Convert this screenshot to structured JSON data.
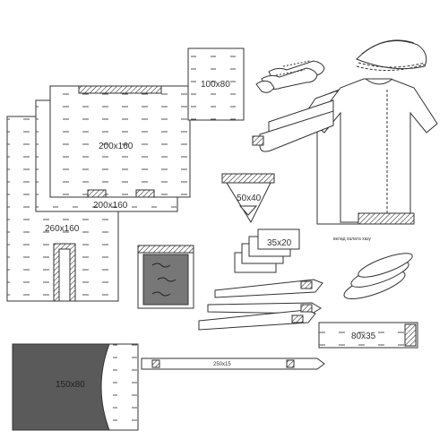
{
  "items": {
    "drape_100x80": "100x80",
    "drape_200x160": "200x160",
    "drape_200x160_b": "200x160",
    "drape_260x160": "260x160",
    "drape_50x40": "50x40",
    "label_35x20": "35x20",
    "cover_80x35": "80x35",
    "cover_150x80": "150x80",
    "tape_250x15": "250x15",
    "gown_caption": "вклад халата хазу"
  },
  "colors": {
    "stroke": "#333333",
    "fill_gray": "#777777",
    "fill_dark": "#5a5a5a",
    "paper": "#ffffff"
  }
}
